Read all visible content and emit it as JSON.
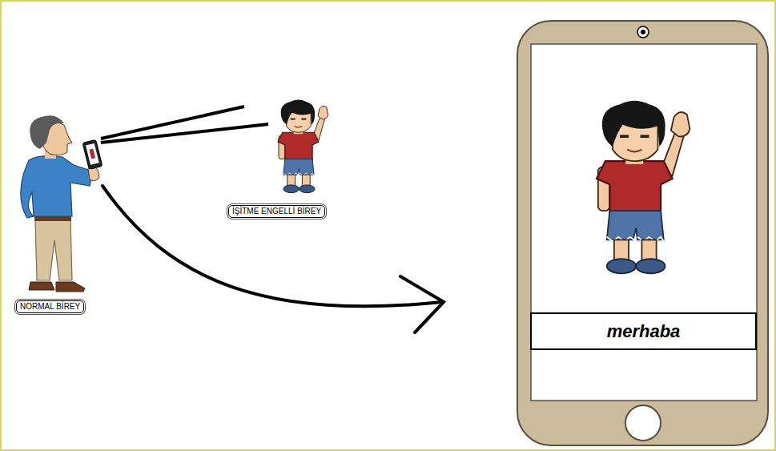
{
  "diagram": {
    "nodes": [
      {
        "text": [
          "NORMAL BİREY"
        ]
      },
      {
        "text": [
          "İŞİTME ENGELLİ BİREY"
        ]
      },
      {
        "text": [
          "merhaba"
        ]
      }
    ]
  }
}
